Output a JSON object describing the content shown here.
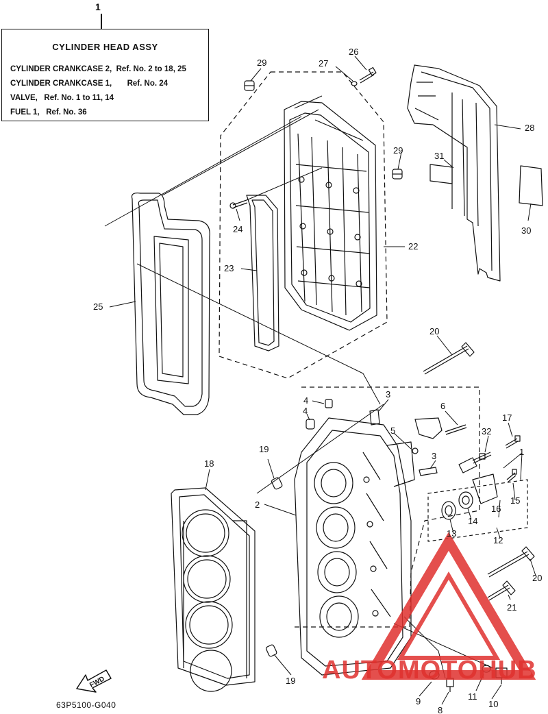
{
  "title_box": {
    "ref": "1",
    "title": "CYLINDER HEAD ASSY",
    "lines": [
      "CYLINDER CRANKCASE 2,  Ref. No. 2 to 18, 25",
      "CYLINDER CRANKCASE 1,       Ref. No. 24",
      "VALVE,   Ref. No. 1 to 11, 14",
      "FUEL 1,   Ref. No. 36"
    ]
  },
  "callouts": {
    "c2": "2",
    "c3a": "3",
    "c3b": "3",
    "c4a": "4",
    "c4b": "4",
    "c5": "5",
    "c6": "6",
    "c8": "8",
    "c9": "9",
    "c10": "10",
    "c11": "11",
    "c12": "12",
    "c13": "13",
    "c14": "14",
    "c15": "15",
    "c16": "16",
    "c17": "17",
    "c18": "18",
    "c19a": "19",
    "c19b": "19",
    "c20a": "20",
    "c20b": "20",
    "c21": "21",
    "c22": "22",
    "c23": "23",
    "c24": "24",
    "c25": "25",
    "c26": "26",
    "c27": "27",
    "c28": "28",
    "c29a": "29",
    "c29b": "29",
    "c30": "30",
    "c31": "31",
    "c32": "32",
    "c1b": "1"
  },
  "fwd_label": "FWD",
  "diagram_code": "63P5100-G040",
  "watermark": {
    "text": "AUTOMOTOHUB",
    "color": "#e0312e",
    "secondary_color": "#f2b400"
  }
}
